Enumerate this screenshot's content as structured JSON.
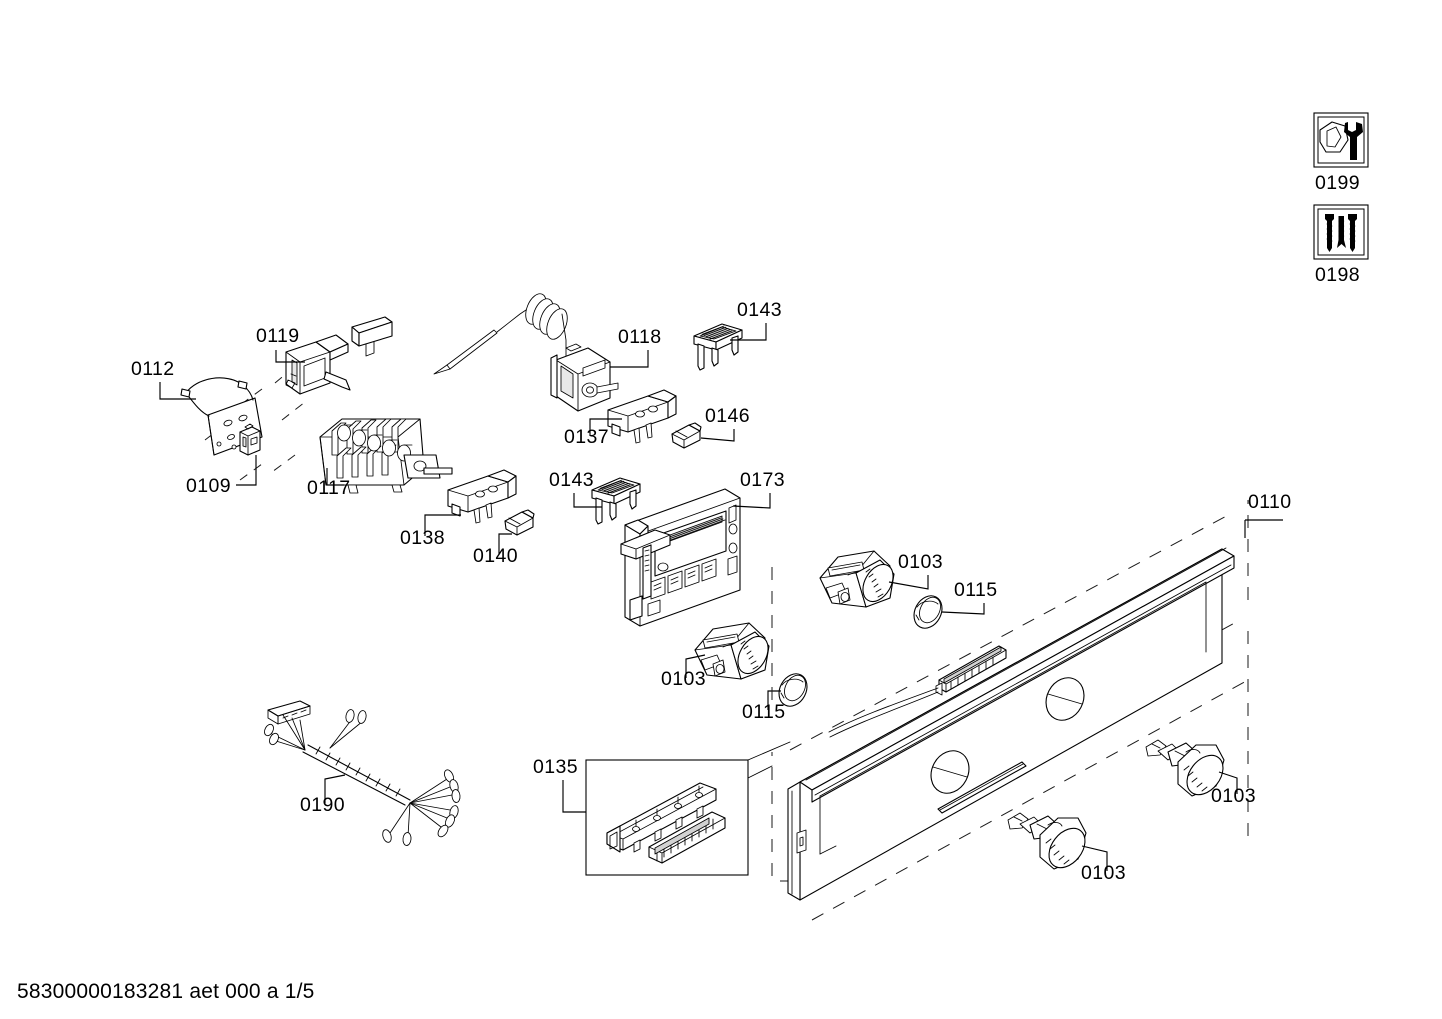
{
  "document": {
    "type": "exploded-parts-diagram",
    "title": "Oven control panel exploded assembly drawing",
    "footer": "58300000183281 aet 000 a 1/5",
    "background_color": "#ffffff",
    "line_color": "#000000"
  },
  "legend_icons": [
    {
      "id": "0199",
      "label": "0199",
      "icon": "nut-and-wrench-icon",
      "description": "Special tool / wrench symbol"
    },
    {
      "id": "0198",
      "label": "0198",
      "icon": "screws-and-anchor-icon",
      "description": "Screws and wall anchor symbol"
    }
  ],
  "parts": [
    {
      "ref": "0112",
      "label": "0112",
      "name": "wiring-loop-switch-plate",
      "description": "Switch plate with wire loop"
    },
    {
      "ref": "0109",
      "label": "0109",
      "name": "connector-block",
      "description": "Small connector block"
    },
    {
      "ref": "0119",
      "label": "0119",
      "name": "mounting-bracket",
      "description": "Mounting bracket with arm"
    },
    {
      "ref": "0117",
      "label": "0117",
      "name": "terminal-block",
      "description": "Multi-pole terminal block"
    },
    {
      "ref": "0118",
      "label": "0118",
      "name": "thermostat-capillary",
      "description": "Thermostat with capillary tube and coil"
    },
    {
      "ref": "0143",
      "label": "0143",
      "name": "retaining-clip-upper",
      "description": "Retaining clip"
    },
    {
      "ref": "0137",
      "label": "0137",
      "name": "switch-bracket",
      "description": "Switch mounting bracket"
    },
    {
      "ref": "0146",
      "label": "0146",
      "name": "lamp-capsule-upper",
      "description": "Small lamp / sensor capsule"
    },
    {
      "ref": "0138",
      "label": "0138",
      "name": "switch-bracket-lower",
      "description": "Switch mounting bracket"
    },
    {
      "ref": "0140",
      "label": "0140",
      "name": "lamp-capsule-lower",
      "description": "Small lamp / sensor capsule"
    },
    {
      "ref": "0143",
      "label": "0143",
      "name": "retaining-clip-lower",
      "description": "Retaining clip"
    },
    {
      "ref": "0173",
      "label": "0173",
      "name": "control-module-display",
      "description": "Electronic control module with display"
    },
    {
      "ref": "0103",
      "label": "0103",
      "name": "control-knob-retracted-upper",
      "description": "Retractable control knob"
    },
    {
      "ref": "0115",
      "label": "0115",
      "name": "knob-ring-upper",
      "description": "Knob trim ring"
    },
    {
      "ref": "0103",
      "label": "0103",
      "name": "control-knob-retracted-lower",
      "description": "Retractable control knob"
    },
    {
      "ref": "0115",
      "label": "0115",
      "name": "knob-ring-lower",
      "description": "Knob trim ring"
    },
    {
      "ref": "0190",
      "label": "0190",
      "name": "wiring-harness",
      "description": "Cable harness with connectors"
    },
    {
      "ref": "0135",
      "label": "0135",
      "name": "rail-assembly-detail",
      "description": "Detail view of rail / light guide assembly"
    },
    {
      "ref": "0110",
      "label": "0110",
      "name": "control-panel-fascia",
      "description": "Control panel fascia"
    },
    {
      "ref": "0103",
      "label": "0103",
      "name": "control-knob-extended-right",
      "description": "Control knob extended"
    },
    {
      "ref": "0103",
      "label": "0103",
      "name": "control-knob-extended-center",
      "description": "Control knob extended"
    }
  ],
  "labels": {
    "p0199": "0199",
    "p0198": "0198",
    "p0112": "0112",
    "p0109": "0109",
    "p0119": "0119",
    "p0117": "0117",
    "p0118": "0118",
    "p0143a": "0143",
    "p0137": "0137",
    "p0146": "0146",
    "p0138": "0138",
    "p0140": "0140",
    "p0143b": "0143",
    "p0173": "0173",
    "p0103a": "0103",
    "p0115a": "0115",
    "p0103b": "0103",
    "p0115b": "0115",
    "p0190": "0190",
    "p0135": "0135",
    "p0110": "0110",
    "p0103c": "0103",
    "p0103d": "0103"
  },
  "footer": {
    "text": "58300000183281 aet 000 a 1/5"
  }
}
